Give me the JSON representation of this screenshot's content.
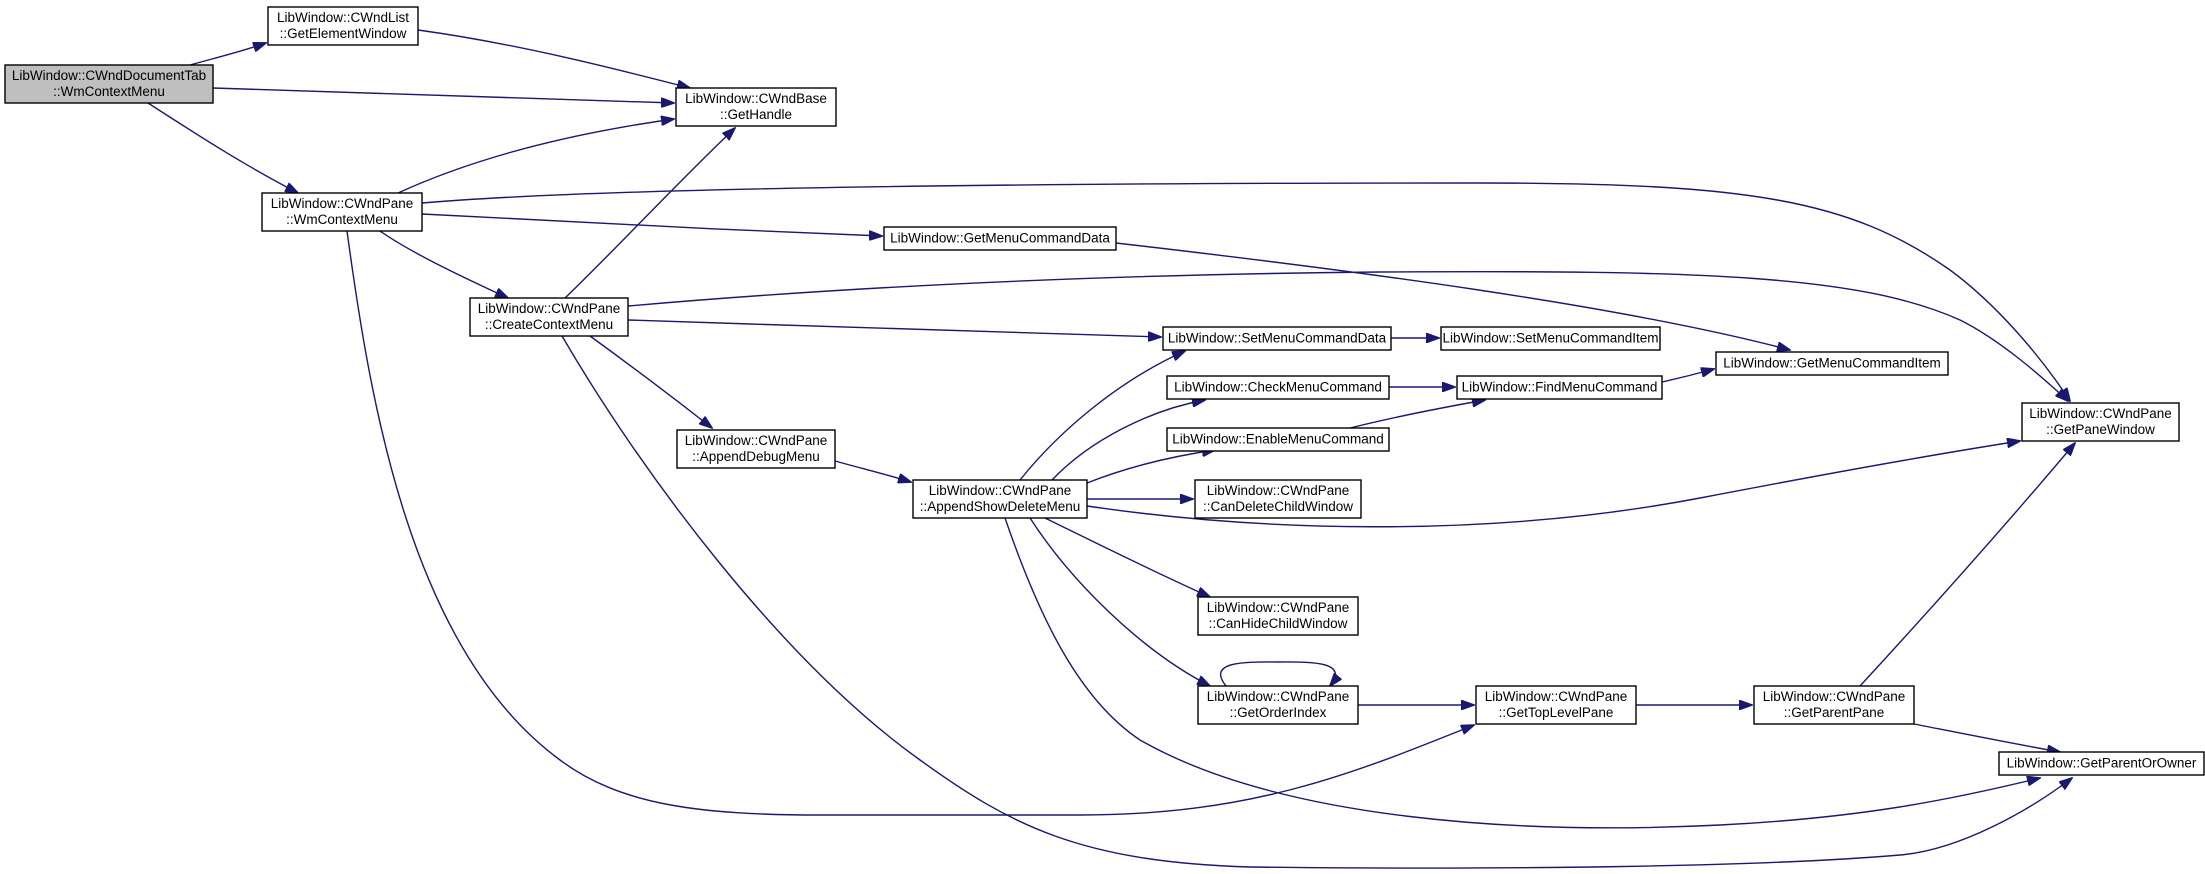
{
  "nodes": [
    {
      "id": "doctab_wmcontextmenu",
      "lines": [
        "LibWindow::CWndDocumentTab",
        "::WmContextMenu"
      ],
      "root": true
    },
    {
      "id": "wndlist_getelementwindow",
      "lines": [
        "LibWindow::CWndList",
        "::GetElementWindow"
      ]
    },
    {
      "id": "wndbase_gethandle",
      "lines": [
        "LibWindow::CWndBase",
        "::GetHandle"
      ]
    },
    {
      "id": "wndpane_wmcontextmenu",
      "lines": [
        "LibWindow::CWndPane",
        "::WmContextMenu"
      ]
    },
    {
      "id": "getmenucommanddata",
      "lines": [
        "LibWindow::GetMenuCommandData"
      ]
    },
    {
      "id": "wndpane_createcontextmenu",
      "lines": [
        "LibWindow::CWndPane",
        "::CreateContextMenu"
      ]
    },
    {
      "id": "setmenucommanddata",
      "lines": [
        "LibWindow::SetMenuCommandData"
      ]
    },
    {
      "id": "setmenucommanditem",
      "lines": [
        "LibWindow::SetMenuCommandItem"
      ]
    },
    {
      "id": "getmenucommanditem",
      "lines": [
        "LibWindow::GetMenuCommandItem"
      ]
    },
    {
      "id": "checkmenucommand",
      "lines": [
        "LibWindow::CheckMenuCommand"
      ]
    },
    {
      "id": "findmenucommand",
      "lines": [
        "LibWindow::FindMenuCommand"
      ]
    },
    {
      "id": "enablemenucommand",
      "lines": [
        "LibWindow::EnableMenuCommand"
      ]
    },
    {
      "id": "wndpane_appenddebugmenu",
      "lines": [
        "LibWindow::CWndPane",
        "::AppendDebugMenu"
      ]
    },
    {
      "id": "wndpane_appendshowdeletemenu",
      "lines": [
        "LibWindow::CWndPane",
        "::AppendShowDeleteMenu"
      ]
    },
    {
      "id": "wndpane_candeletechildwindow",
      "lines": [
        "LibWindow::CWndPane",
        "::CanDeleteChildWindow"
      ]
    },
    {
      "id": "wndpane_getpanewindow",
      "lines": [
        "LibWindow::CWndPane",
        "::GetPaneWindow"
      ]
    },
    {
      "id": "wndpane_canhidechildwindow",
      "lines": [
        "LibWindow::CWndPane",
        "::CanHideChildWindow"
      ]
    },
    {
      "id": "wndpane_getorderindex",
      "lines": [
        "LibWindow::CWndPane",
        "::GetOrderIndex"
      ]
    },
    {
      "id": "wndpane_gettoplevelpane",
      "lines": [
        "LibWindow::CWndPane",
        "::GetTopLevelPane"
      ]
    },
    {
      "id": "wndpane_getparentpane",
      "lines": [
        "LibWindow::CWndPane",
        "::GetParentPane"
      ]
    },
    {
      "id": "getparentorowner",
      "lines": [
        "LibWindow::GetParentOrOwner"
      ]
    }
  ],
  "edges": [
    {
      "from": "doctab_wmcontextmenu",
      "to": "wndlist_getelementwindow"
    },
    {
      "from": "doctab_wmcontextmenu",
      "to": "wndbase_gethandle"
    },
    {
      "from": "doctab_wmcontextmenu",
      "to": "wndpane_wmcontextmenu"
    },
    {
      "from": "wndlist_getelementwindow",
      "to": "wndbase_gethandle"
    },
    {
      "from": "wndpane_wmcontextmenu",
      "to": "wndbase_gethandle"
    },
    {
      "from": "wndpane_wmcontextmenu",
      "to": "getmenucommanddata"
    },
    {
      "from": "wndpane_wmcontextmenu",
      "to": "wndpane_createcontextmenu"
    },
    {
      "from": "wndpane_wmcontextmenu",
      "to": "wndpane_getpanewindow"
    },
    {
      "from": "wndpane_wmcontextmenu",
      "to": "wndpane_gettoplevelpane"
    },
    {
      "from": "getmenucommanddata",
      "to": "getmenucommanditem"
    },
    {
      "from": "wndpane_createcontextmenu",
      "to": "wndbase_gethandle"
    },
    {
      "from": "wndpane_createcontextmenu",
      "to": "setmenucommanddata"
    },
    {
      "from": "wndpane_createcontextmenu",
      "to": "wndpane_appenddebugmenu"
    },
    {
      "from": "wndpane_createcontextmenu",
      "to": "wndpane_getpanewindow"
    },
    {
      "from": "wndpane_createcontextmenu",
      "to": "getparentorowner"
    },
    {
      "from": "setmenucommanddata",
      "to": "setmenucommanditem"
    },
    {
      "from": "checkmenucommand",
      "to": "findmenucommand"
    },
    {
      "from": "enablemenucommand",
      "to": "findmenucommand"
    },
    {
      "from": "findmenucommand",
      "to": "getmenucommanditem"
    },
    {
      "from": "wndpane_appenddebugmenu",
      "to": "wndpane_appendshowdeletemenu"
    },
    {
      "from": "wndpane_appendshowdeletemenu",
      "to": "setmenucommanddata"
    },
    {
      "from": "wndpane_appendshowdeletemenu",
      "to": "checkmenucommand"
    },
    {
      "from": "wndpane_appendshowdeletemenu",
      "to": "enablemenucommand"
    },
    {
      "from": "wndpane_appendshowdeletemenu",
      "to": "wndpane_candeletechildwindow"
    },
    {
      "from": "wndpane_appendshowdeletemenu",
      "to": "wndpane_getpanewindow"
    },
    {
      "from": "wndpane_appendshowdeletemenu",
      "to": "wndpane_canhidechildwindow"
    },
    {
      "from": "wndpane_appendshowdeletemenu",
      "to": "wndpane_getorderindex"
    },
    {
      "from": "wndpane_appendshowdeletemenu",
      "to": "getparentorowner"
    },
    {
      "from": "wndpane_getorderindex",
      "to": "wndpane_getorderindex"
    },
    {
      "from": "wndpane_getorderindex",
      "to": "wndpane_gettoplevelpane"
    },
    {
      "from": "wndpane_gettoplevelpane",
      "to": "wndpane_getparentpane"
    },
    {
      "from": "wndpane_getparentpane",
      "to": "wndpane_getpanewindow"
    },
    {
      "from": "wndpane_getparentpane",
      "to": "getparentorowner"
    }
  ]
}
